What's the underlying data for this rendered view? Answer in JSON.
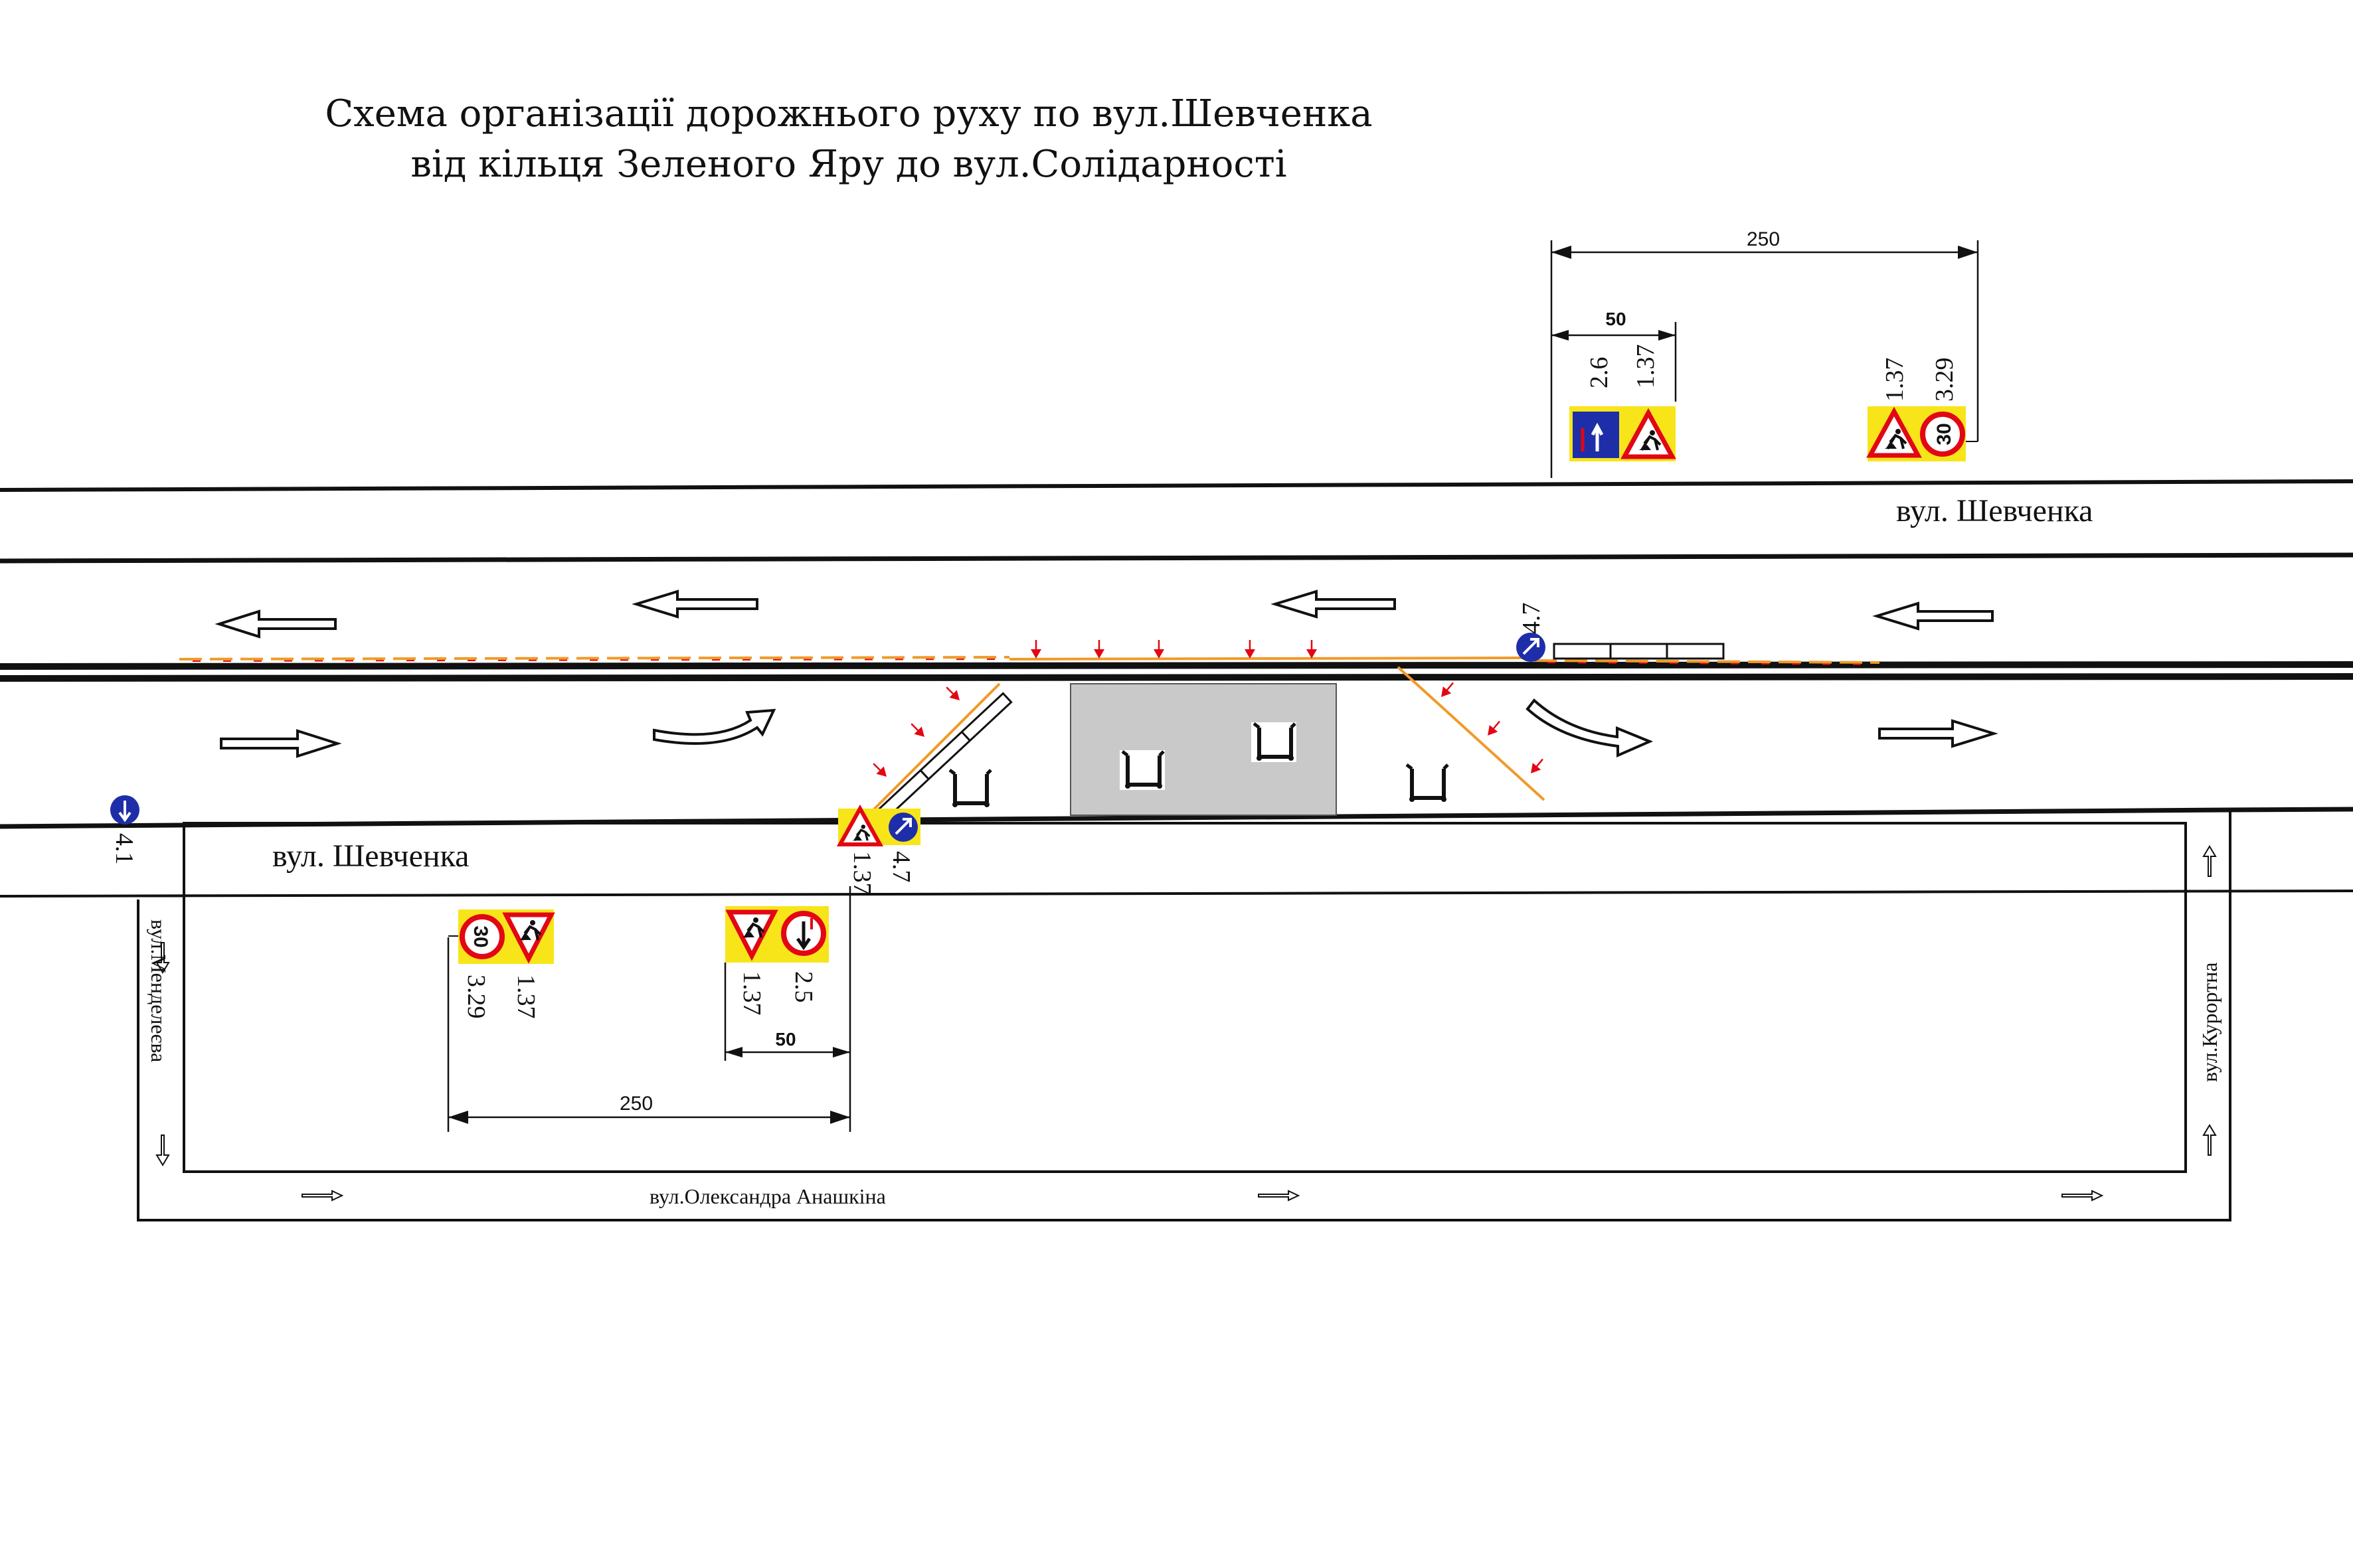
{
  "title": {
    "line1": "Схема організації дорожнього руху по вул.Шевченка",
    "line2": "від кільця Зеленого Яру до вул.Солідарності"
  },
  "streets": {
    "shevchenka_main": "вул. Шевченка",
    "shevchenka_local": "вул. Шевченка",
    "mendeleeva": "вул.Менделеєва",
    "kurortna": "вул.Курортна",
    "anashkina": "вул.Олександра Анашкіна"
  },
  "dimensions": {
    "top_250": "250",
    "top_50": "50",
    "bottom_250": "250",
    "bottom_50": "50"
  },
  "sign_codes": {
    "top_group1_a": "2.6",
    "top_group1_b": "1.37",
    "top_group2_a": "1.37",
    "top_group2_b": "3.29",
    "mid_4_7": "4.7",
    "left_4_1": "4.1",
    "cut_1_37": "1.37",
    "cut_4_7": "4.7",
    "bottom_group1_a": "3.29",
    "bottom_group1_b": "1.37",
    "bottom_group2_a": "1.37",
    "bottom_group2_b": "2.5"
  },
  "sign_values": {
    "speed_limit": "30"
  },
  "colors": {
    "sign_yellow": "#f7e51a",
    "sign_red": "#e30613",
    "sign_blue": "#1e2ea8",
    "work_zone_gray": "#c9c9c9",
    "barrier_orange": "#f09a28"
  }
}
